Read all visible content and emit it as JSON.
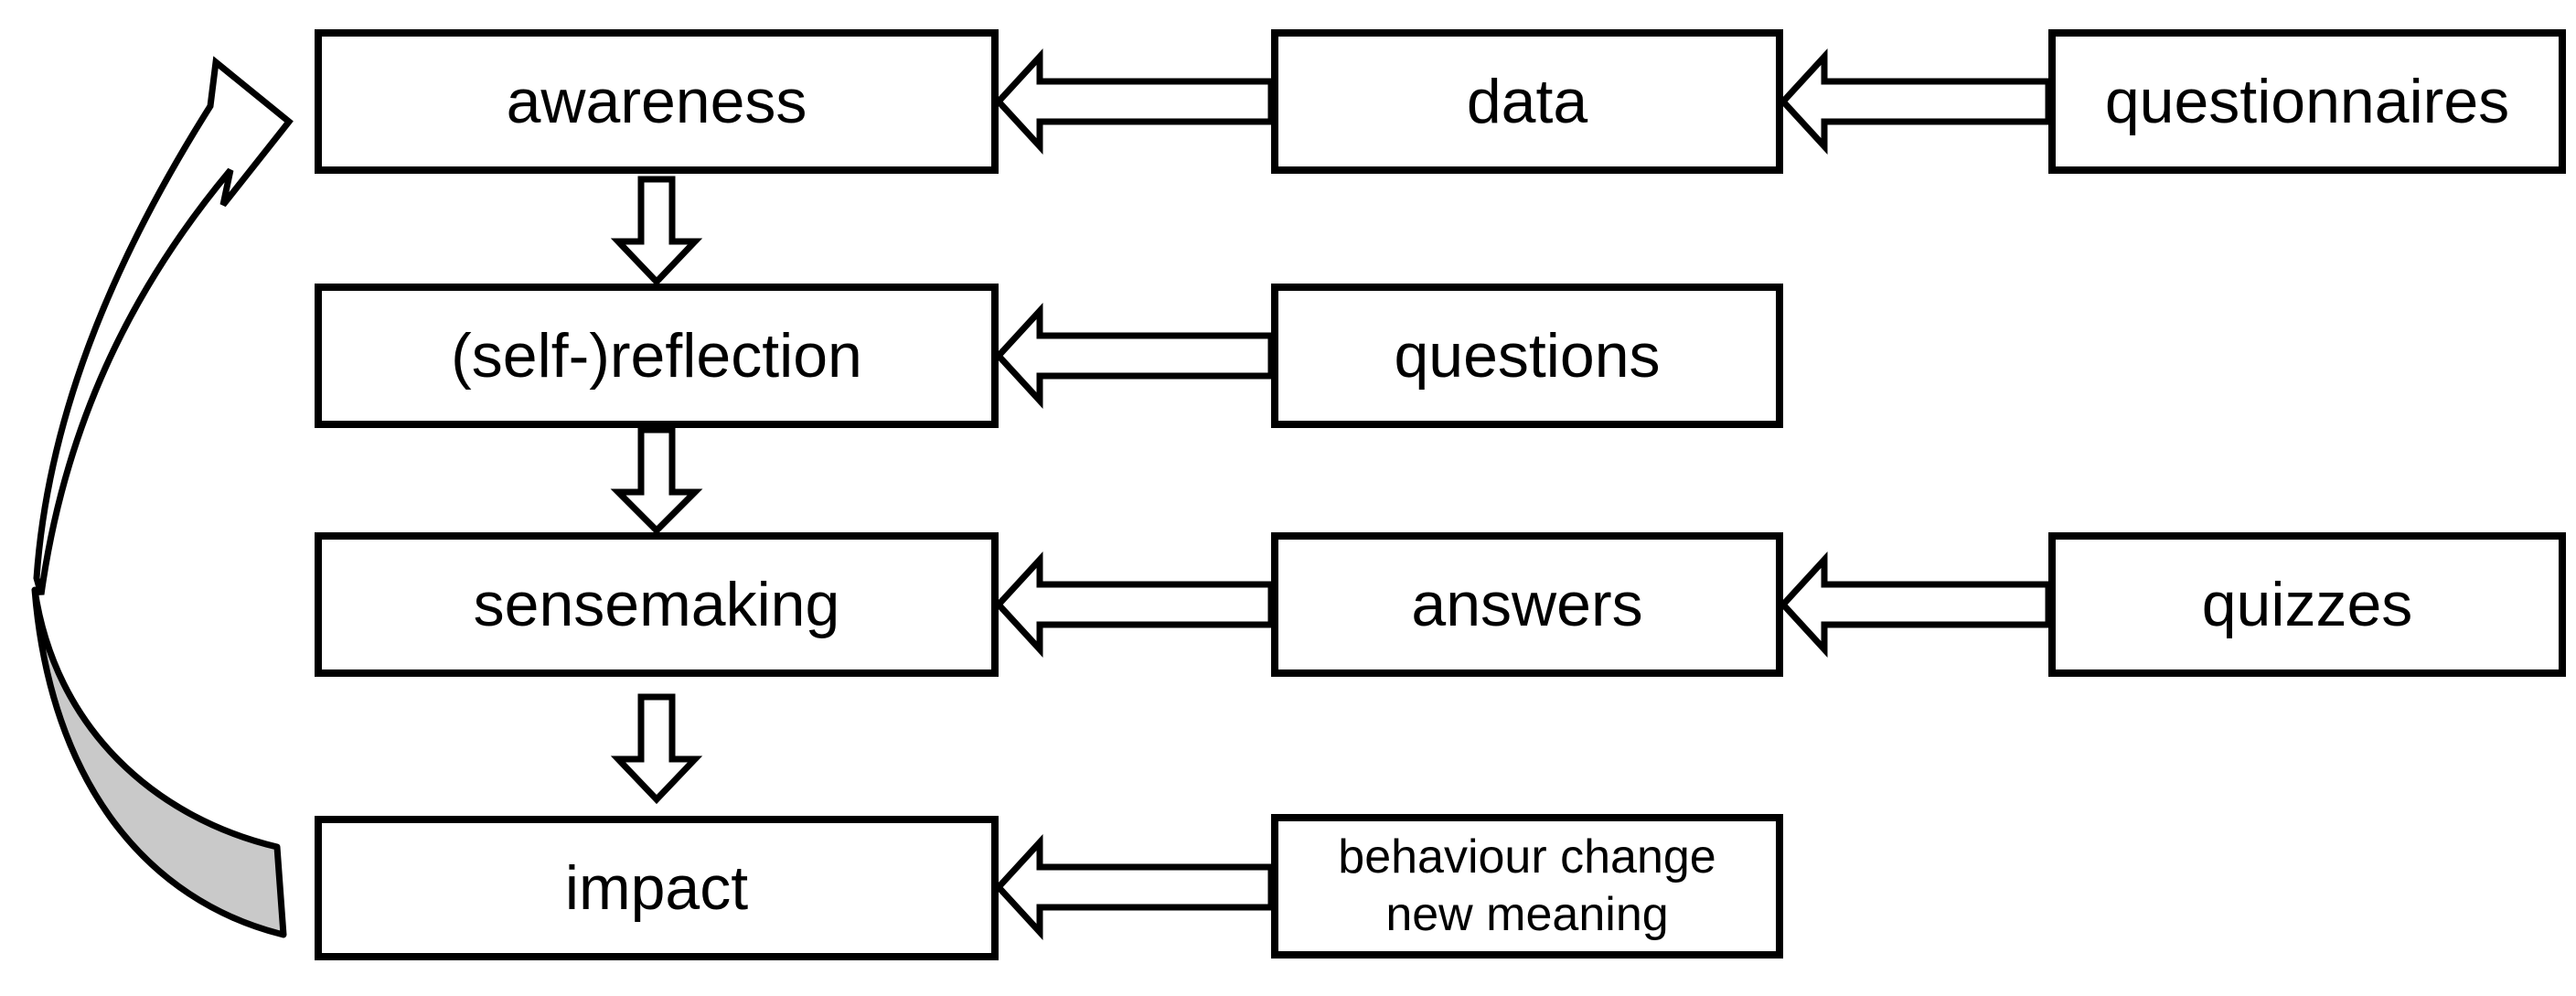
{
  "diagram": {
    "process_nodes": [
      {
        "label": "awareness"
      },
      {
        "label": "(self-)reflection"
      },
      {
        "label": "sensemaking"
      },
      {
        "label": "impact"
      }
    ],
    "input_nodes": [
      {
        "label": "data"
      },
      {
        "label": "questions"
      },
      {
        "label": "answers"
      },
      {
        "label_line1": "behaviour change",
        "label_line2": "new meaning"
      }
    ],
    "source_nodes": [
      {
        "label": "questionnaires"
      },
      {
        "label": "quizzes"
      }
    ],
    "colors": {
      "background": "#ffffff",
      "box_fill": "#ffffff",
      "box_border": "#000000",
      "text": "#000000",
      "block_arrow_fill": "#ffffff",
      "block_arrow_stroke": "#000000",
      "curved_arrow_fill": "#c9c9c9"
    }
  }
}
